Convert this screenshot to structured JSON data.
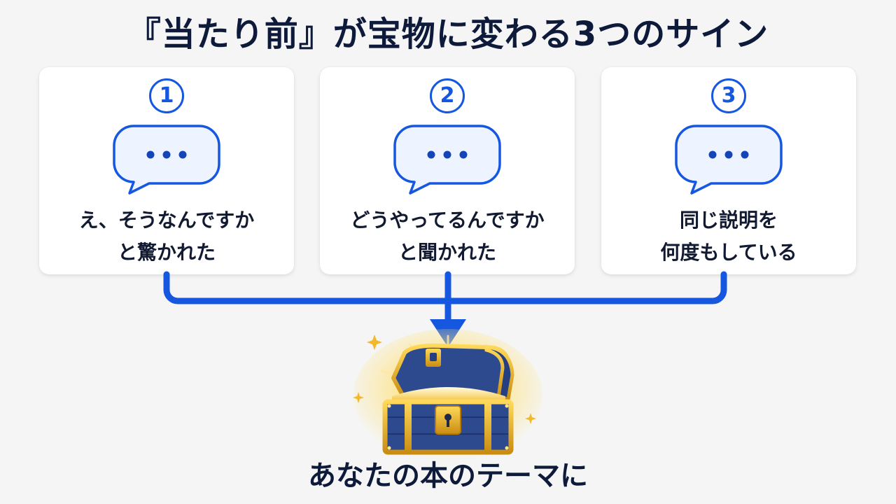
{
  "title": "『当たり前』が宝物に変わる3つのサイン",
  "cards": [
    {
      "number": "1",
      "lines": [
        "え、そうなんですか",
        "と驚かれた"
      ]
    },
    {
      "number": "2",
      "lines": [
        "どうやってるんですか",
        "と聞かれた"
      ]
    },
    {
      "number": "3",
      "lines": [
        "同じ説明を",
        "何度もしている"
      ]
    }
  ],
  "conclusion": "あなたの本のテーマに",
  "colors": {
    "accent": "#1657e0",
    "bubble_fill": "#eef4ff",
    "dots": "#1344b8",
    "title": "#0e1a3a",
    "gold": "#e9b92b",
    "chest_wood": "#2e4a8f"
  },
  "icons": [
    "speech-bubble-icon",
    "treasure-chest-icon",
    "sparkle-icon",
    "arrow-down-icon"
  ]
}
